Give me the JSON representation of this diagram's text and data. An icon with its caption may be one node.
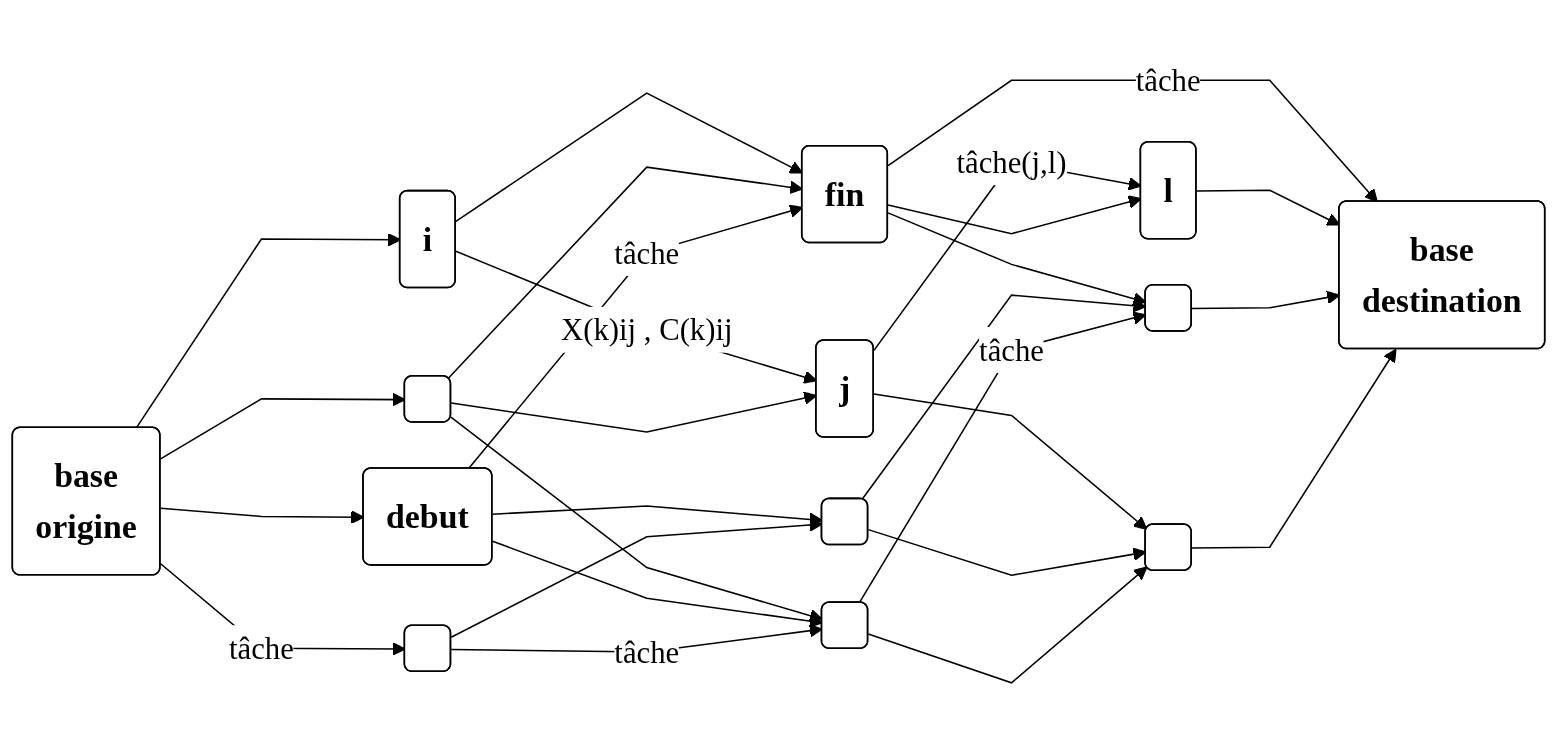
{
  "diagram": {
    "nodes": [
      {
        "text": [
          "base",
          "origine"
        ]
      },
      {
        "text": [
          "i"
        ]
      },
      {
        "text": [],
        "shape": "box"
      },
      {
        "text": [
          "debut"
        ]
      },
      {
        "text": [],
        "shape": "box"
      },
      {
        "text": [
          "j"
        ]
      },
      {
        "text": [
          "fin"
        ]
      },
      {
        "text": [],
        "shape": "box"
      },
      {
        "text": [],
        "shape": "box"
      },
      {
        "text": [
          "l"
        ]
      },
      {
        "text": [],
        "shape": "box"
      },
      {
        "text": [],
        "shape": "box"
      },
      {
        "text": [
          "base",
          "destination"
        ]
      }
    ],
    "edges": [
      {
        "from": 0,
        "to": 1,
        "arrow": "to"
      },
      {
        "from": 0,
        "to": 2,
        "arrow": "to"
      },
      {
        "from": 0,
        "to": 3,
        "arrow": "to"
      },
      {
        "from": 0,
        "to": 4,
        "arrow": "to",
        "label": "tâche"
      },
      {
        "from": 1,
        "to": 5,
        "arrow": "to",
        "label": "X(k)ij , C(k)ij"
      },
      {
        "from": 1,
        "to": 6,
        "arrow": "to"
      },
      {
        "from": 2,
        "to": 5,
        "arrow": "to"
      },
      {
        "from": 2,
        "to": 6,
        "arrow": "to"
      },
      {
        "from": 2,
        "to": 8,
        "arrow": "to"
      },
      {
        "from": 3,
        "to": 6,
        "arrow": "to",
        "label": "tâche"
      },
      {
        "from": 3,
        "to": 7,
        "arrow": "to"
      },
      {
        "from": 3,
        "to": 8,
        "arrow": "to"
      },
      {
        "from": 4,
        "to": 7,
        "arrow": "to"
      },
      {
        "from": 4,
        "to": 8,
        "arrow": "to",
        "label": "tâche"
      },
      {
        "from": 5,
        "to": 9,
        "arrow": "to",
        "label": "tâche(j,l)"
      },
      {
        "from": 5,
        "to": 11,
        "arrow": "to"
      },
      {
        "from": 6,
        "to": 9,
        "arrow": "to"
      },
      {
        "from": 6,
        "to": 12,
        "arrow": "to",
        "label": "tâche"
      },
      {
        "from": 6,
        "to": 10,
        "arrow": "to"
      },
      {
        "from": 7,
        "to": 10,
        "arrow": "to"
      },
      {
        "from": 7,
        "to": 11,
        "arrow": "to"
      },
      {
        "from": 8,
        "to": 10,
        "arrow": "to",
        "label": "tâche"
      },
      {
        "from": 8,
        "to": 11,
        "arrow": "to"
      },
      {
        "from": 9,
        "to": 12,
        "arrow": "to"
      },
      {
        "from": 10,
        "to": 12,
        "arrow": "to"
      },
      {
        "from": 11,
        "to": 12,
        "arrow": "to"
      }
    ]
  }
}
